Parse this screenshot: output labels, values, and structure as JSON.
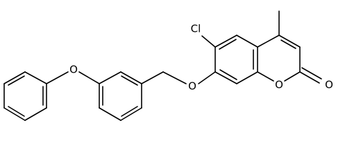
{
  "atom_labels": {
    "cl": "Cl",
    "o_ether_left": "O",
    "o_ether_mid": "O",
    "o_ring": "O",
    "o_carbonyl": "O"
  },
  "colors": {
    "bond": "#000000",
    "background": "#ffffff",
    "label": "#000000"
  }
}
